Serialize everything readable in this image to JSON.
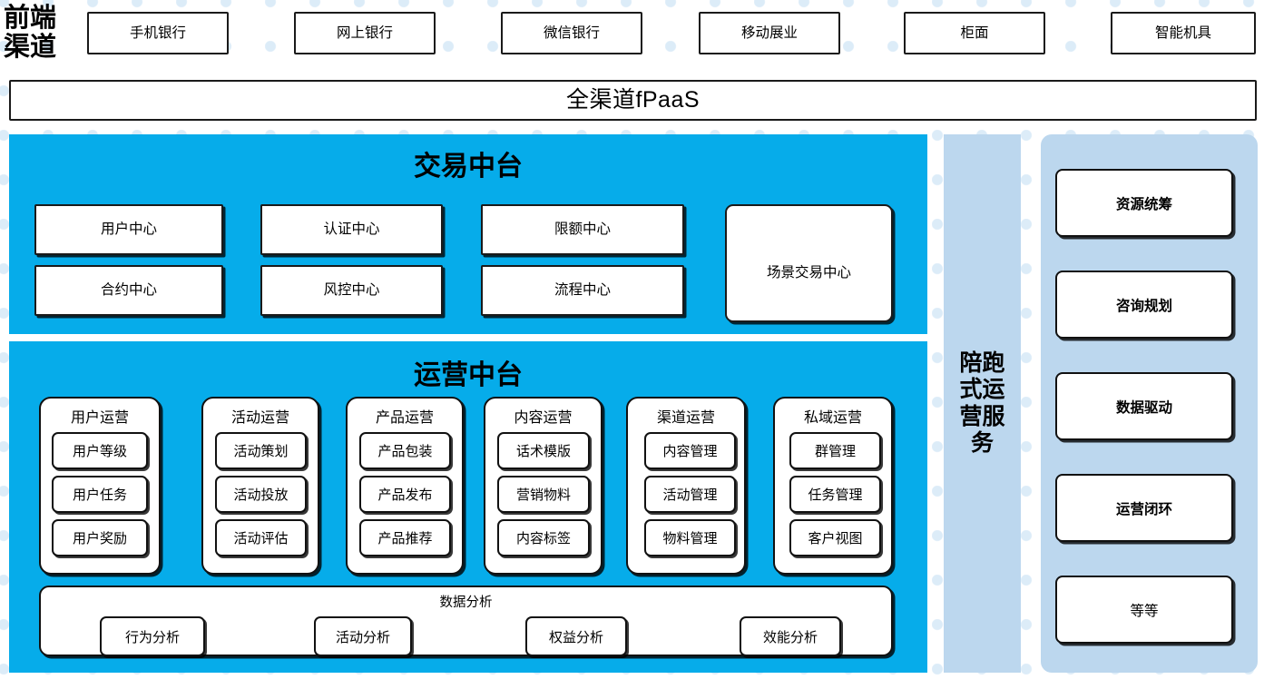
{
  "colors": {
    "platform_blue": "#06ACEA",
    "service_panel_blue": "#BCD7EE",
    "box_border": "#111111",
    "box_fill": "#FFFFFF",
    "dot_decoration": "#DCECF8"
  },
  "front_channel": {
    "label": "前端渠道",
    "channels": [
      {
        "label": "手机银行"
      },
      {
        "label": "网上银行"
      },
      {
        "label": "微信银行"
      },
      {
        "label": "移动展业"
      },
      {
        "label": "柜面"
      },
      {
        "label": "智能机具"
      }
    ]
  },
  "fpaas": {
    "label": "全渠道fPaaS"
  },
  "transaction_platform": {
    "title": "交易中台",
    "items": [
      {
        "label": "用户中心"
      },
      {
        "label": "认证中心"
      },
      {
        "label": "限额中心"
      },
      {
        "label": "合约中心"
      },
      {
        "label": "风控中心"
      },
      {
        "label": "流程中心"
      }
    ],
    "feature_box": {
      "label": "场景交易中心"
    }
  },
  "operation_platform": {
    "title": "运营中台",
    "columns": [
      {
        "title": "用户运营",
        "items": [
          "用户等级",
          "用户任务",
          "用户奖励"
        ]
      },
      {
        "title": "活动运营",
        "items": [
          "活动策划",
          "活动投放",
          "活动评估"
        ]
      },
      {
        "title": "产品运营",
        "items": [
          "产品包装",
          "产品发布",
          "产品推荐"
        ]
      },
      {
        "title": "内容运营",
        "items": [
          "话术模版",
          "营销物料",
          "内容标签"
        ]
      },
      {
        "title": "渠道运营",
        "items": [
          "内容管理",
          "活动管理",
          "物料管理"
        ]
      },
      {
        "title": "私域运营",
        "items": [
          "群管理",
          "任务管理",
          "客户视图"
        ]
      }
    ],
    "data_analysis": {
      "title": "数据分析",
      "items": [
        "行为分析",
        "活动分析",
        "权益分析",
        "效能分析"
      ]
    }
  },
  "accompany_service": {
    "label": "陪跑式运营服务"
  },
  "service_panel": {
    "items": [
      {
        "label": "资源统筹",
        "bold": true
      },
      {
        "label": "咨询规划",
        "bold": true
      },
      {
        "label": "数据驱动",
        "bold": true
      },
      {
        "label": "运营闭环",
        "bold": true
      },
      {
        "label": "等等",
        "bold": false
      }
    ]
  }
}
